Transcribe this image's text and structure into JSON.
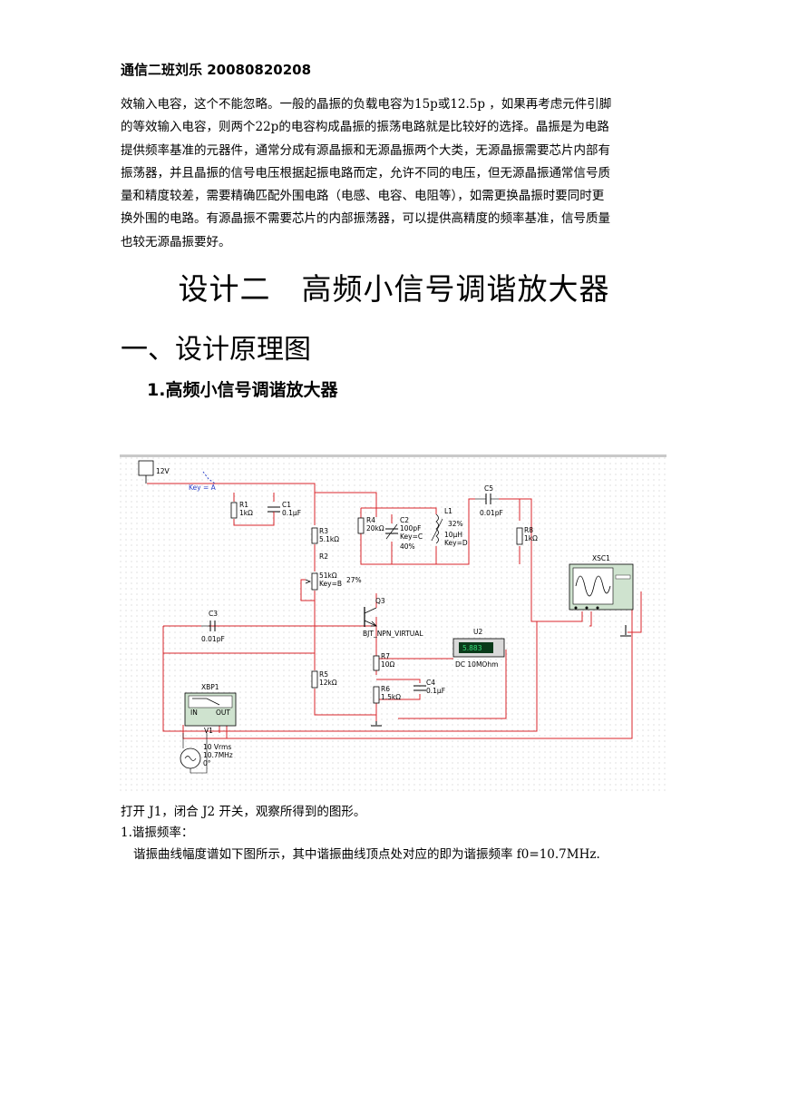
{
  "header": "通信二班刘乐 20080820208",
  "paragraph": [
    "效输入电容，这个不能忽略。一般的晶振的负载电容为15p或12.5p ，如果再考虑元件引脚",
    "的等效输入电容，则两个22p的电容构成晶振的振荡电路就是比较好的选择。晶振是为电路",
    "提供频率基准的元器件，通常分成有源晶振和无源晶振两个大类，无源晶振需要芯片内部有",
    "振荡器，并且晶振的信号电压根据起振电路而定，允许不同的电压，但无源晶振通常信号质",
    "量和精度较差，需要精确匹配外围电路（电感、电容、电阻等），如需更换晶振时要同时更",
    "换外围的电路。有源晶振不需要芯片的内部振荡器，可以提供高精度的频率基准，信号质量",
    "也较无源晶振要好。"
  ],
  "title": "设计二　高频小信号调谐放大器",
  "section_heading": "一、设计原理图",
  "subsection_heading": "1.高频小信号调谐放大器",
  "circuit_labels": {
    "vcc": "12V",
    "key_a": "Key = A",
    "r1": "R1",
    "r1_val": "1kΩ",
    "c1": "C1",
    "c1_val": "0.1µF",
    "r3": "R3",
    "r3_val": "5.1kΩ",
    "r2": "R2",
    "r2_val": "51kΩ",
    "r2_key": "Key=B",
    "r2_pct": "27%",
    "r4": "R4",
    "r4_val": "20kΩ",
    "c2": "C2",
    "c2_val": "100pF",
    "c2_key": "Key=C",
    "c2_pct": "40%",
    "l1": "L1",
    "l1_pct": "32%",
    "l1_val": "10µH",
    "l1_key": "Key=D",
    "c5": "C5",
    "c5_val": "0.01pF",
    "r8": "R8",
    "r8_val": "1kΩ",
    "xsc1": "XSC1",
    "q3": "Q3",
    "q3_model": "BJT_NPN_VIRTUAL",
    "c3": "C3",
    "c3_val": "0.01pF",
    "u2": "U2",
    "u2_reading": "5.883",
    "u2_mode": "DC  10MOhm",
    "r7": "R7",
    "r7_val": "10Ω",
    "r5": "R5",
    "r5_val": "12kΩ",
    "r6": "R6",
    "r6_val": "1.5kΩ",
    "c4": "C4",
    "c4_val": "0.1µF",
    "xbp1": "XBP1",
    "xbp_in": "IN",
    "xbp_out": "OUT",
    "v1": "V1",
    "v1_amp": "10 Vrms",
    "v1_freq": "10.7MHz",
    "v1_phase": "0°"
  },
  "caption": "打开 J1，闭合 J2 开关，观察所得到的图形。",
  "item": "1.谐振频率：",
  "description": "谐振曲线幅度谱如下图所示，其中谐振曲线顶点处对应的即为谐振频率 f0=10.7MHz.",
  "colors": {
    "wire": "#d9262b",
    "wire_blue": "#2a3fc8",
    "component": "#1a1a1a",
    "grid_dot": "#b5b5b5",
    "meter_bg": "#0a3a1a",
    "meter_text": "#39e07a",
    "instrument_bg": "#cfe3cf"
  }
}
